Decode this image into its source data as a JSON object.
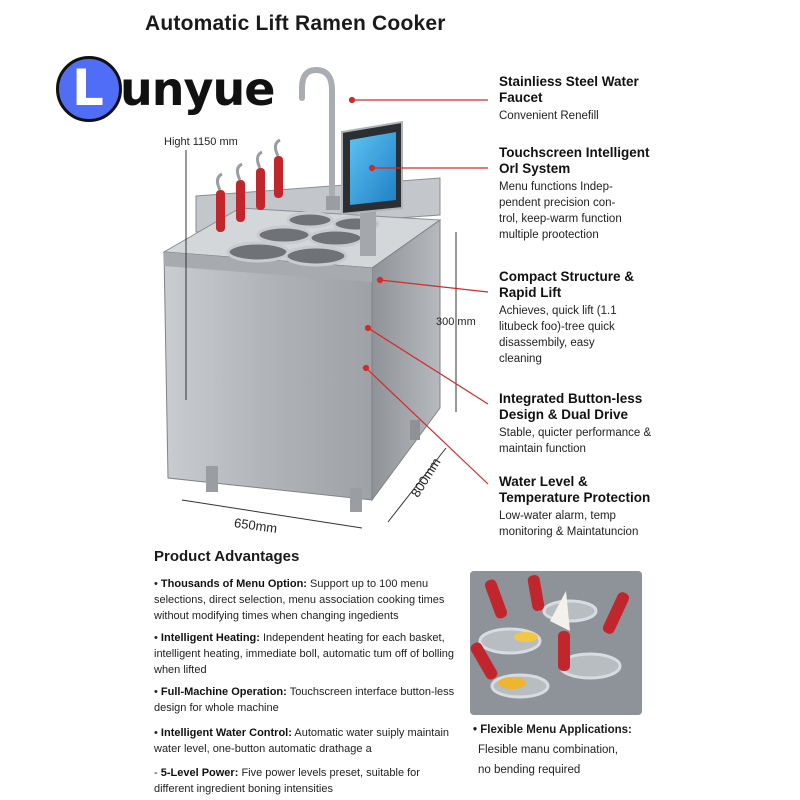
{
  "title": "Automatic Lift Ramen Cooker",
  "logo": {
    "letter": "L",
    "word": "unyue"
  },
  "dimensions": {
    "height": "Hight  1150 mm",
    "mid": "300 mm",
    "width": "650mm",
    "depth": "800mm"
  },
  "callouts": [
    {
      "heading": "Stainliess Steel Water Faucet",
      "desc": "Convenient Renefill"
    },
    {
      "heading": "Touchscreen Intelligent Orl System",
      "desc": "Menu functions Indep- pendent precision con- trol, keep-warm function multiple prootection"
    },
    {
      "heading": "Compact Structure & Rapid Lift",
      "desc": "Achieves, quick lift (1.1 litubeck foo)-tree quick disassembily, easy cleaning"
    },
    {
      "heading": "Integrated Button-less Design & Dual Drive",
      "desc": "Stable, quicter performance & maintain function"
    },
    {
      "heading": "Water Level & Temperature Protection",
      "desc": "Low-water alarm, temp monitoring & Maintatuncion"
    }
  ],
  "advantages_title": "Product Advantages",
  "advantages": [
    {
      "bullet": "•",
      "label": "Thousands of Menu Option:",
      "text": "Support up to 100 menu selections, direct selection, menu association cooking times without modifying times when changing ingedients"
    },
    {
      "bullet": "•",
      "label": "Intelligent Heating:",
      "text": "Independent heating for each basket, intelligent heating, immediate boll, automatic tum off of bolling when lifted"
    },
    {
      "bullet": "•",
      "label": "Full-Machine Operation:",
      "text": "Touchscreen interface button-less design for whole machine"
    },
    {
      "bullet": "•",
      "label": "Intelligent Water Control:",
      "text": "Automatic water suiply maintain water level, one-button automatic drathage a"
    },
    {
      "bullet": "-",
      "label": "5-Level Power:",
      "text": "Five power levels preset, suitable for different ingredient boning intensities"
    }
  ],
  "flexible": {
    "bullet": "•",
    "label": "Flexible Menu Applications:",
    "line1": "Flesible manu combination,",
    "line2": "no bending required"
  },
  "colors": {
    "accent_line": "#d42a2a",
    "logo_blue": "#4f6df5",
    "steel": "#b9bdc1",
    "screen": "#3aa6e6"
  }
}
